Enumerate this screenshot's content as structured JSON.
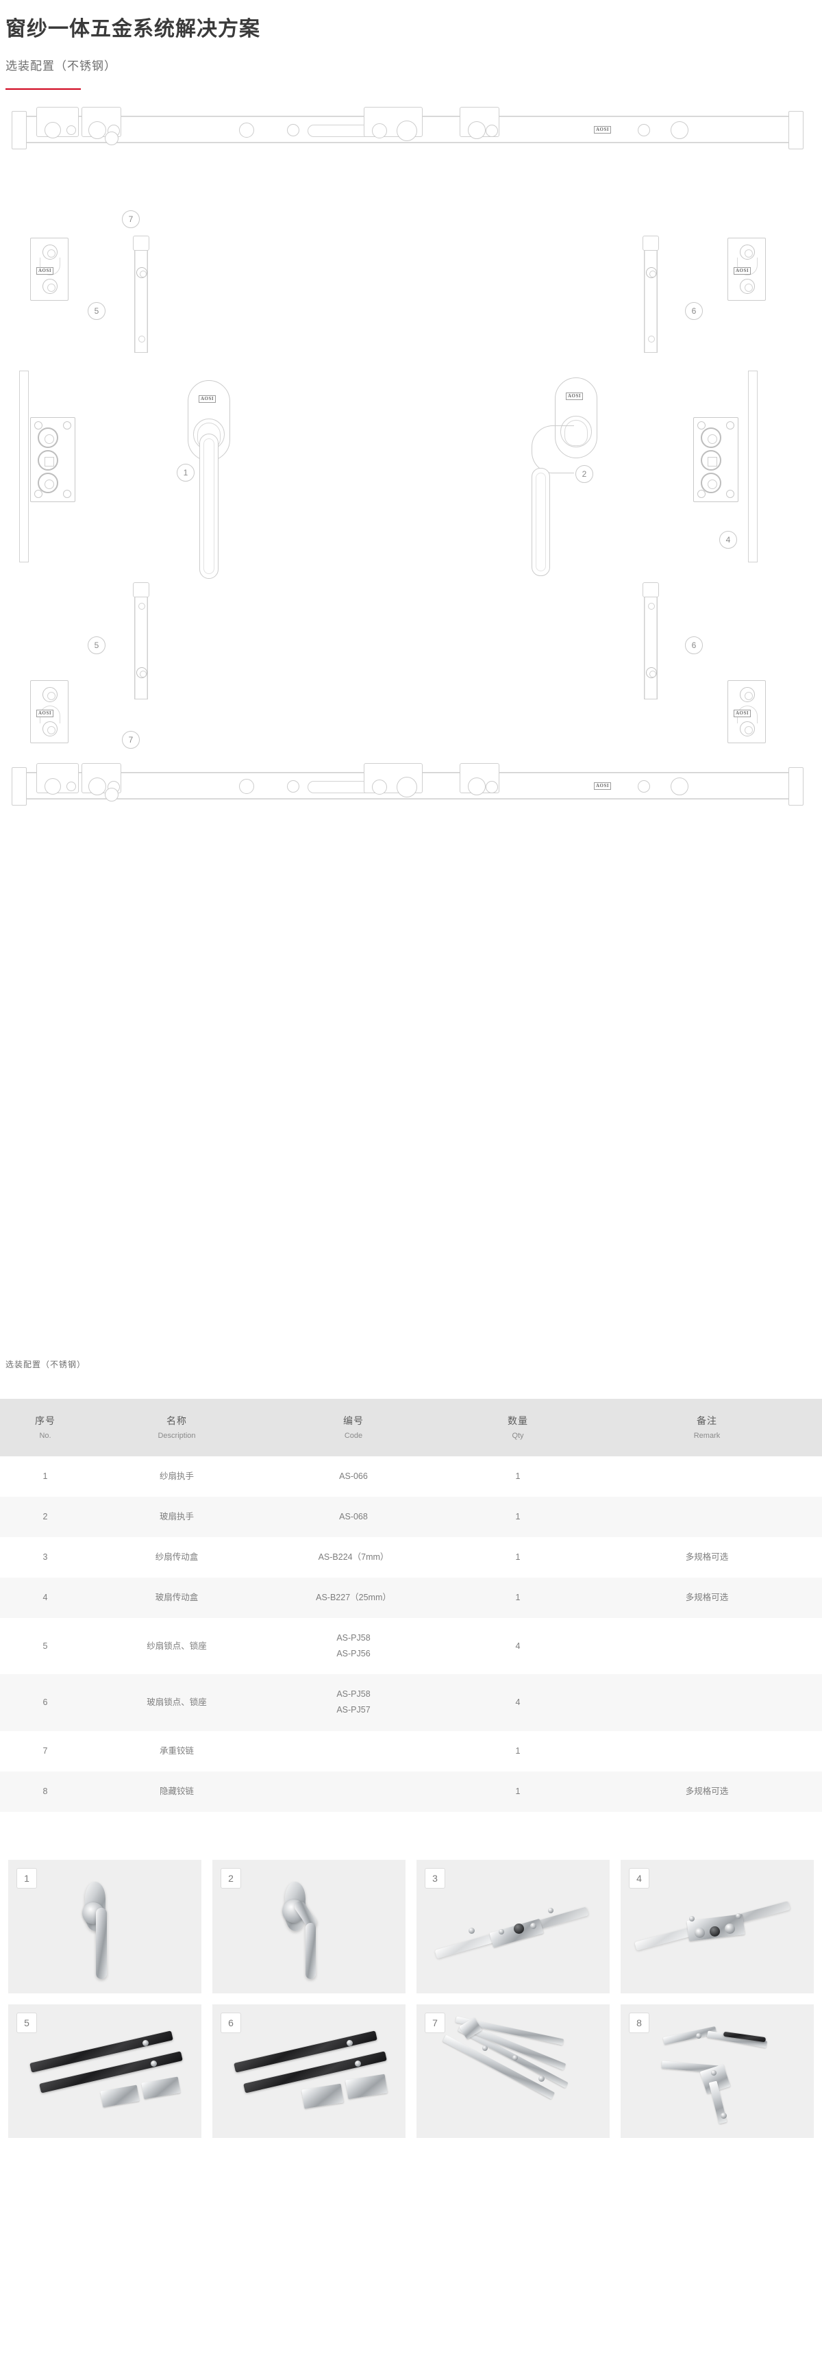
{
  "header": {
    "title": "窗纱一体五金系统解决方案",
    "subtitle": "选装配置（不锈钢）"
  },
  "diagram": {
    "brand_mark": "AOSI",
    "callouts": [
      {
        "id": "c-top-7",
        "label": "7"
      },
      {
        "id": "c-left-5",
        "label": "5"
      },
      {
        "id": "c-right-6",
        "label": "6"
      },
      {
        "id": "c-mid-1",
        "label": "1"
      },
      {
        "id": "c-mid-2",
        "label": "2"
      },
      {
        "id": "c-mid-4",
        "label": "4"
      },
      {
        "id": "c-low-5",
        "label": "5"
      },
      {
        "id": "c-low-6",
        "label": "6"
      },
      {
        "id": "c-bot-7",
        "label": "7"
      }
    ]
  },
  "section_label": {
    "text": "选装配置（不锈钢）"
  },
  "table": {
    "columns": [
      {
        "cn": "序号",
        "en": "No."
      },
      {
        "cn": "名称",
        "en": "Description"
      },
      {
        "cn": "编号",
        "en": "Code"
      },
      {
        "cn": "数量",
        "en": "Qty"
      },
      {
        "cn": "备注",
        "en": "Remark"
      }
    ],
    "rows": [
      {
        "no": "1",
        "desc": "纱扇执手",
        "code": "AS-066",
        "qty": "1",
        "remark": ""
      },
      {
        "no": "2",
        "desc": "玻扇执手",
        "code": "AS-068",
        "qty": "1",
        "remark": ""
      },
      {
        "no": "3",
        "desc": "纱扇传动盒",
        "code": "AS-B224（7mm）",
        "qty": "1",
        "remark": "多规格可选"
      },
      {
        "no": "4",
        "desc": "玻扇传动盒",
        "code": "AS-B227（25mm）",
        "qty": "1",
        "remark": "多规格可选"
      },
      {
        "no": "5",
        "desc": "纱扇锁点、锁座",
        "code": "AS-PJ58\nAS-PJ56",
        "qty": "4",
        "remark": ""
      },
      {
        "no": "6",
        "desc": "玻扇锁点、锁座",
        "code": "AS-PJ58\nAS-PJ57",
        "qty": "4",
        "remark": ""
      },
      {
        "no": "7",
        "desc": "承重铰链",
        "code": "",
        "qty": "1",
        "remark": ""
      },
      {
        "no": "8",
        "desc": "隐藏铰链",
        "code": "",
        "qty": "1",
        "remark": "多规格可选"
      }
    ]
  },
  "gallery": {
    "cards": [
      {
        "badge": "1",
        "item": "纱扇执手"
      },
      {
        "badge": "2",
        "item": "玻扇执手"
      },
      {
        "badge": "3",
        "item": "纱扇传动盒"
      },
      {
        "badge": "4",
        "item": "玻扇传动盒"
      },
      {
        "badge": "5",
        "item": "纱扇锁点、锁座"
      },
      {
        "badge": "6",
        "item": "玻扇锁点、锁座"
      },
      {
        "badge": "7",
        "item": "承重铰链"
      },
      {
        "badge": "8",
        "item": "隐藏铰链"
      }
    ]
  },
  "colors": {
    "accent_red": "#d0021b",
    "table_header_bg": "#e4e4e4",
    "table_zebra_bg": "#f7f7f7",
    "card_bg": "#efefef",
    "title_color": "#3a3a3a"
  }
}
